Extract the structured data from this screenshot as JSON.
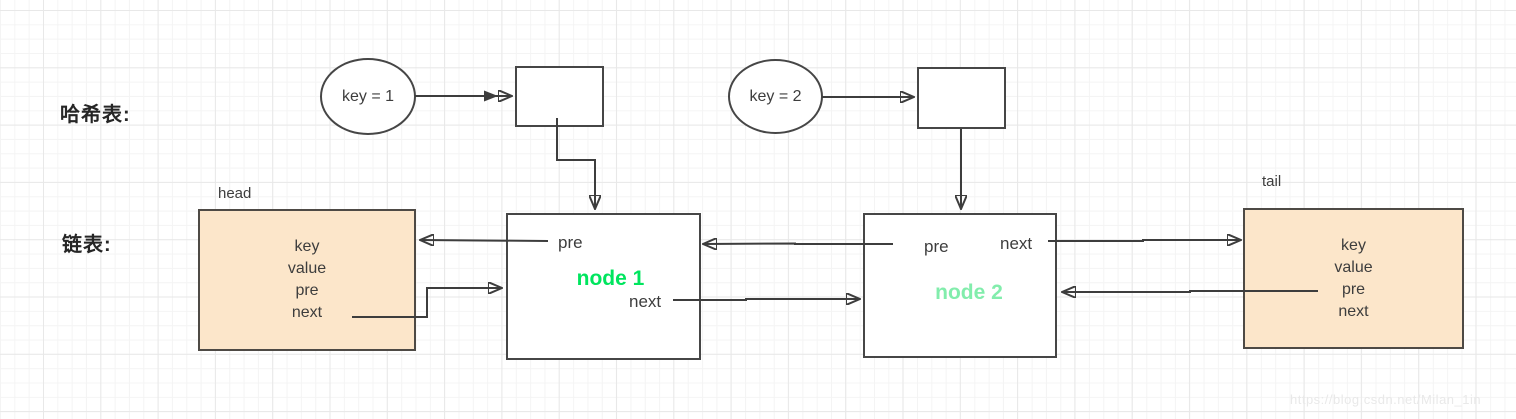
{
  "section_labels": {
    "hash_table": "哈希表:",
    "linked_list": "链表:"
  },
  "hash_entries": {
    "key1": "key = 1",
    "key2": "key = 2"
  },
  "head": {
    "label": "head",
    "fields": [
      "key",
      "value",
      "pre",
      "next"
    ]
  },
  "tail": {
    "label": "tail",
    "fields": [
      "key",
      "value",
      "pre",
      "next"
    ]
  },
  "node1": {
    "title": "node 1",
    "pre_label": "pre",
    "next_label": "next"
  },
  "node2": {
    "title": "node 2",
    "pre_label": "pre",
    "next_label": "next"
  },
  "watermark": "https://blog.csdn.net/Milan_1in",
  "colors": {
    "node1_title": "#00e55e",
    "node2_title": "#82edac",
    "node_fill": "#fce6ca",
    "stroke": "#3d3d3d",
    "border": "#464646"
  }
}
